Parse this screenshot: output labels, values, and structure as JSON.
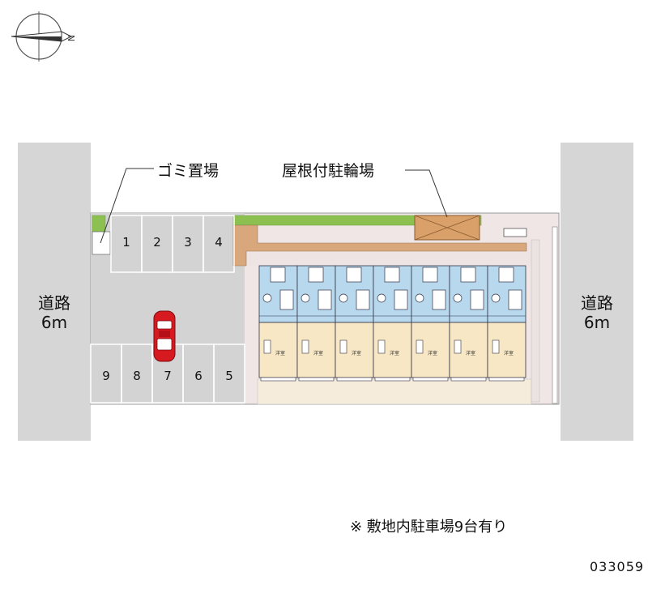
{
  "compass": {
    "north_label": "N",
    "icon": "compass-icon"
  },
  "roads": {
    "left": {
      "name": "道路",
      "width": "6m"
    },
    "right": {
      "name": "道路",
      "width": "6m"
    }
  },
  "callouts": {
    "garbage": "ゴミ置場",
    "bicycle_parking": "屋根付駐輪場"
  },
  "parking": {
    "top_row": [
      "1",
      "2",
      "3",
      "4"
    ],
    "bottom_row": [
      "9",
      "8",
      "7",
      "6",
      "5"
    ],
    "occupied_space": "7",
    "car_color": "#d71920"
  },
  "building": {
    "unit_count": 7,
    "unit_label": "洋室"
  },
  "colors": {
    "road": "#d6d6d6",
    "lot": "#d3d3d3",
    "wet_area": "#b8d8ee",
    "room": "#f7e7c4",
    "hedge": "#8cc152",
    "brick": "#d8a87c",
    "bike_shelter": "#d9a06a"
  },
  "note": "※ 敷地内駐車場9台有り",
  "property_code": "033059"
}
